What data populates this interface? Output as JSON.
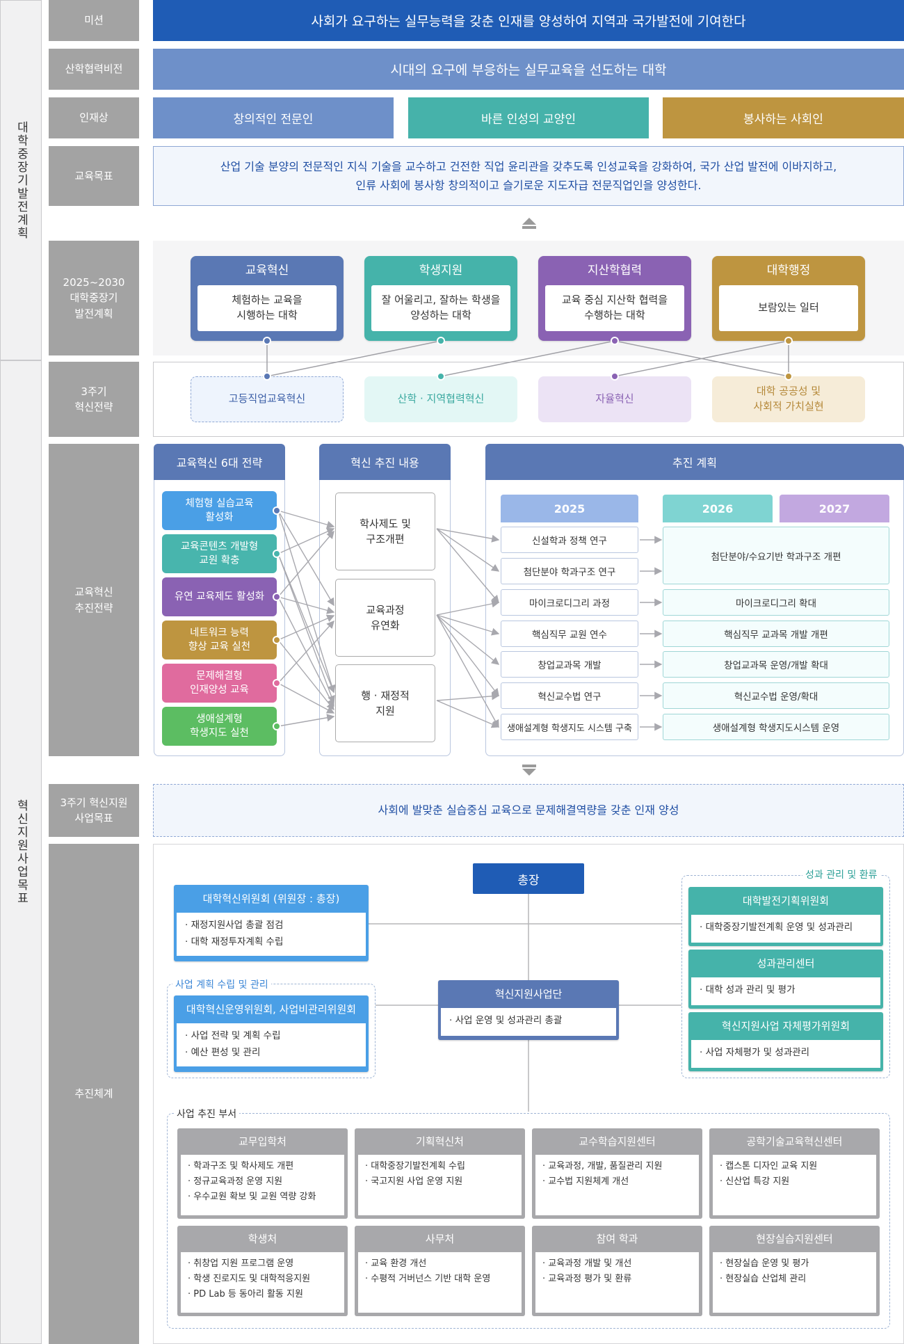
{
  "side": {
    "top": "대학중장기발전계획",
    "bottom": "혁신지원사업목표"
  },
  "labels": {
    "mission": "미션",
    "vision": "산학협력비전",
    "talent": "인재상",
    "edu_goal": "교육목표",
    "plan": "2025~2030\n대학중장기\n발전계획",
    "strategy3": "3주기\n혁신전략",
    "edu_strategy": "교육혁신\n추진전략",
    "project_goal": "3주기 혁신지원\n사업목표",
    "system": "추진체계"
  },
  "mission_text": "사회가 요구하는 실무능력을 갖춘 인재를 양성하여 지역과 국가발전에 기여한다",
  "vision_text": "시대의 요구에 부응하는 실무교육을 선도하는 대학",
  "talents": [
    "창의적인 전문인",
    "바른 인성의 교양인",
    "봉사하는 사회인"
  ],
  "edu_goal_text": "산업 기술 분양의 전문적인 지식 기술을 교수하고 건전한 직업 윤리관을 갖추도록 인성교육을 강화하여, 국가 산업 발전에 이바지하고,\n인류 사회에 봉사항 창의적이고 슬기로운 지도자급 전문직업인을 양성한다.",
  "plans": [
    {
      "title": "교육혁신",
      "body": "체험하는 교육을\n시행하는 대학",
      "color": "#5a78b4"
    },
    {
      "title": "학생지원",
      "body": "잘 어울리고, 잘하는 학생을\n양성하는 대학",
      "color": "#45b3aa"
    },
    {
      "title": "지산학협력",
      "body": "교육 중심 지산학 협력을\n수행하는 대학",
      "color": "#8a62b3"
    },
    {
      "title": "대학행정",
      "body": "보람있는 일터",
      "color": "#be9540"
    }
  ],
  "strategies": [
    "고등직업교육혁신",
    "산학 · 지역협력혁신",
    "자율혁신",
    "대학 공공성 및\n사회적 가치실현"
  ],
  "innovation": {
    "headers": {
      "six": "교육혁신 6대 전략",
      "content": "혁신 추진 내용",
      "plan": "추진 계획"
    },
    "six": [
      "체험형 실습교육\n활성화",
      "교육콘텐츠 개발형\n교원 확충",
      "유연 교육제도 활성화",
      "네트워크 능력\n향상 교육 실천",
      "문제해결형\n인재양성 교육",
      "생애설계형\n학생지도 실천"
    ],
    "six_colors": [
      "#4a9fe6",
      "#48b5ad",
      "#8a62b3",
      "#be9540",
      "#e06b9e",
      "#5cbd62"
    ],
    "contents": [
      "학사제도 및\n구조개편",
      "교육과정\n유연화",
      "행 · 재정적\n지원"
    ],
    "years": [
      "2025",
      "2026",
      "2027"
    ],
    "plan2025": [
      "신설학과 정책 연구",
      "첨단분야 학과구조 연구",
      "마이크로디그리 과정",
      "핵심직무 교원 연수",
      "창업교과목 개발",
      "혁신교수법 연구",
      "생애설계형 학생지도 시스템 구축"
    ],
    "plan2026": [
      "첨단분야/수요기반 학과구조 개편",
      "마이크로디그리 확대",
      "핵심직무 교과목 개발 개편",
      "창업교과목 운영/개발 확대",
      "혁신교수법 운영/확대",
      "생애설계형 학생지도시스템 운영"
    ]
  },
  "project_goal_text": "사회에 발맞춘 실습중심 교육으로 문제해결역량을 갖춘 인재 양성",
  "org": {
    "president": "총장",
    "committee": {
      "title": "대학혁신위원회 (위원장 : 총장)",
      "items": [
        "· 재정지원사업 총괄 점검",
        "· 대학 재정투자계획 수립"
      ]
    },
    "plan_group_label": "사업 계획 수립 및 관리",
    "op_committee": {
      "title": "대학혁신운영위원회, 사업비관리위원회",
      "items": [
        "· 사업 전략 및 계획 수립",
        "· 예산 편성 및 관리"
      ]
    },
    "center": {
      "title": "혁신지원사업단",
      "items": [
        "· 사업 운영 및 성과관리 총괄"
      ]
    },
    "perf_group_label": "성과 관리 및 환류",
    "right": [
      {
        "title": "대학발전기획위원회",
        "items": [
          "· 대학중장기발전계획 운영 및 성과관리"
        ]
      },
      {
        "title": "성과관리센터",
        "items": [
          "· 대학 성과 관리 및 평가"
        ]
      },
      {
        "title": "혁신지원사업 자체평가위원회",
        "items": [
          "· 사업 자체평가 및 성과관리"
        ]
      }
    ],
    "dept_group_label": "사업 추진 부서",
    "depts": [
      {
        "title": "교무입학처",
        "items": [
          "· 학과구조 및 학사제도 개편",
          "· 정규교육과정 운영 지원",
          "· 우수교원 확보 및 교원 역량 강화"
        ]
      },
      {
        "title": "기획혁신처",
        "items": [
          "· 대학중장기발전계획 수립",
          "· 국고지원 사업 운영 지원"
        ]
      },
      {
        "title": "교수학습지원센터",
        "items": [
          "· 교육과정, 개발, 품질관리 지원",
          "· 교수법 지원체계 개선"
        ]
      },
      {
        "title": "공학기술교육혁신센터",
        "items": [
          "· 캡스톤 디자인 교육 지원",
          "· 신산업 특강 지원"
        ]
      },
      {
        "title": "학생처",
        "items": [
          "· 취창업 지원 프로그램 운영",
          "· 학생 진로지도 및 대학적응지원",
          "· PD Lab 등 동아리 활동 지원"
        ]
      },
      {
        "title": "사무처",
        "items": [
          "· 교육 환경 개선",
          "· 수평적 거버넌스 기반 대학 운영"
        ]
      },
      {
        "title": "참여 학과",
        "items": [
          "· 교육과정 개발 및 개선",
          "· 교육과정 평가 및 환류"
        ]
      },
      {
        "title": "현장실습지원센터",
        "items": [
          "· 현장실습 운영 및 평가",
          "· 현장실습 산업체 관리"
        ]
      }
    ]
  }
}
